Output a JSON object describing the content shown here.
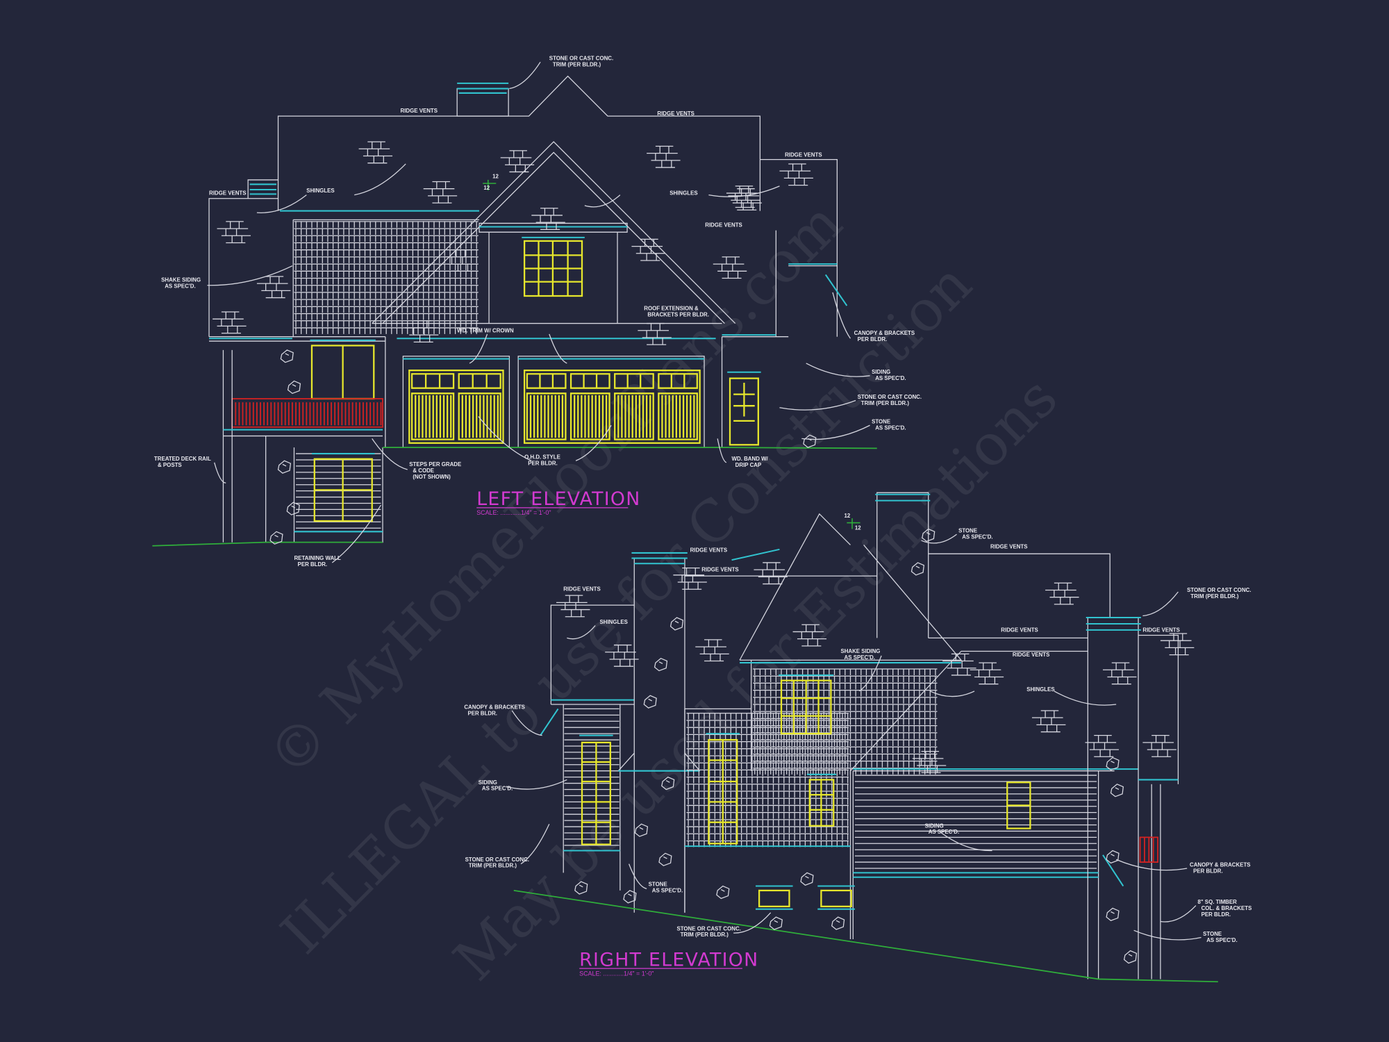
{
  "colors": {
    "background": "#23263a",
    "linework": "#d6d7e0",
    "trim": "#31c3cf",
    "windows_doors": "#e6e62c",
    "deck_rail": "#d42222",
    "grade_line": "#2fae3a",
    "titles": "#d23ad0"
  },
  "left_elevation": {
    "title": "LEFT ELEVATION",
    "scale": "SCALE: ............1/4\" = 1'-0\"",
    "pitch": [
      "12",
      "12"
    ],
    "notes": [
      [
        "STONE OR CAST CONC.",
        "TRIM (PER BLDR.)"
      ],
      [
        "RIDGE VENTS"
      ],
      [
        "RIDGE VENTS"
      ],
      [
        "RIDGE VENTS"
      ],
      [
        "RIDGE VENTS"
      ],
      [
        "RIDGE VENTS"
      ],
      [
        "SHINGLES"
      ],
      [
        "SHINGLES"
      ],
      [
        "SHAKE SIDING",
        "AS SPEC'D."
      ],
      [
        "ROOF EXTENSION &",
        "BRACKETS PER BLDR."
      ],
      [
        "WD. TRIM W/ CROWN"
      ],
      [
        "CANOPY & BRACKETS",
        "PER BLDR."
      ],
      [
        "SIDING",
        "AS SPEC'D."
      ],
      [
        "STONE OR CAST CONC.",
        "TRIM (PER BLDR.)"
      ],
      [
        "STONE",
        "AS SPEC'D."
      ],
      [
        "TREATED DECK RAIL",
        "& POSTS"
      ],
      [
        "STEPS PER GRADE",
        "& CODE",
        "(NOT SHOWN)"
      ],
      [
        "O.H.D. STYLE",
        "PER BLDR."
      ],
      [
        "WD. BAND W/",
        "DRIP CAP"
      ],
      [
        "RETAINING WALL",
        "PER BLDR."
      ]
    ]
  },
  "right_elevation": {
    "title": "RIGHT ELEVATION",
    "scale": "SCALE: ............1/4\" = 1'-0\"",
    "pitch": [
      "12",
      "12"
    ],
    "notes": [
      [
        "STONE",
        "AS SPEC'D."
      ],
      [
        "RIDGE VENTS"
      ],
      [
        "RIDGE VENTS"
      ],
      [
        "RIDGE VENTS"
      ],
      [
        "RIDGE VENTS"
      ],
      [
        "RIDGE VENTS"
      ],
      [
        "RIDGE VENTS"
      ],
      [
        "RIDGE VENTS"
      ],
      [
        "SHINGLES"
      ],
      [
        "SHINGLES"
      ],
      [
        "STONE OR CAST CONC.",
        "TRIM (PER BLDR.)"
      ],
      [
        "SHAKE SIDING",
        "AS SPEC'D."
      ],
      [
        "CANOPY & BRACKETS",
        "PER BLDR."
      ],
      [
        "SIDING",
        "AS SPEC'D."
      ],
      [
        "SIDING",
        "AS SPEC'D."
      ],
      [
        "STONE OR CAST CONC.",
        "TRIM (PER BLDR.)"
      ],
      [
        "STONE",
        "AS SPEC'D."
      ],
      [
        "STONE OR CAST CONC.",
        "TRIM (PER BLDR.)"
      ],
      [
        "CANOPY & BRACKETS",
        "PER BLDR."
      ],
      [
        "8\" SQ. TIMBER",
        "COL. & BRACKETS",
        "PER BLDR."
      ],
      [
        "STONE",
        "AS SPEC'D."
      ]
    ]
  },
  "watermark": [
    "© MyHomeFloorPlans.com",
    "ILLEGAL to use for Construction",
    "May be used for Estimations"
  ]
}
